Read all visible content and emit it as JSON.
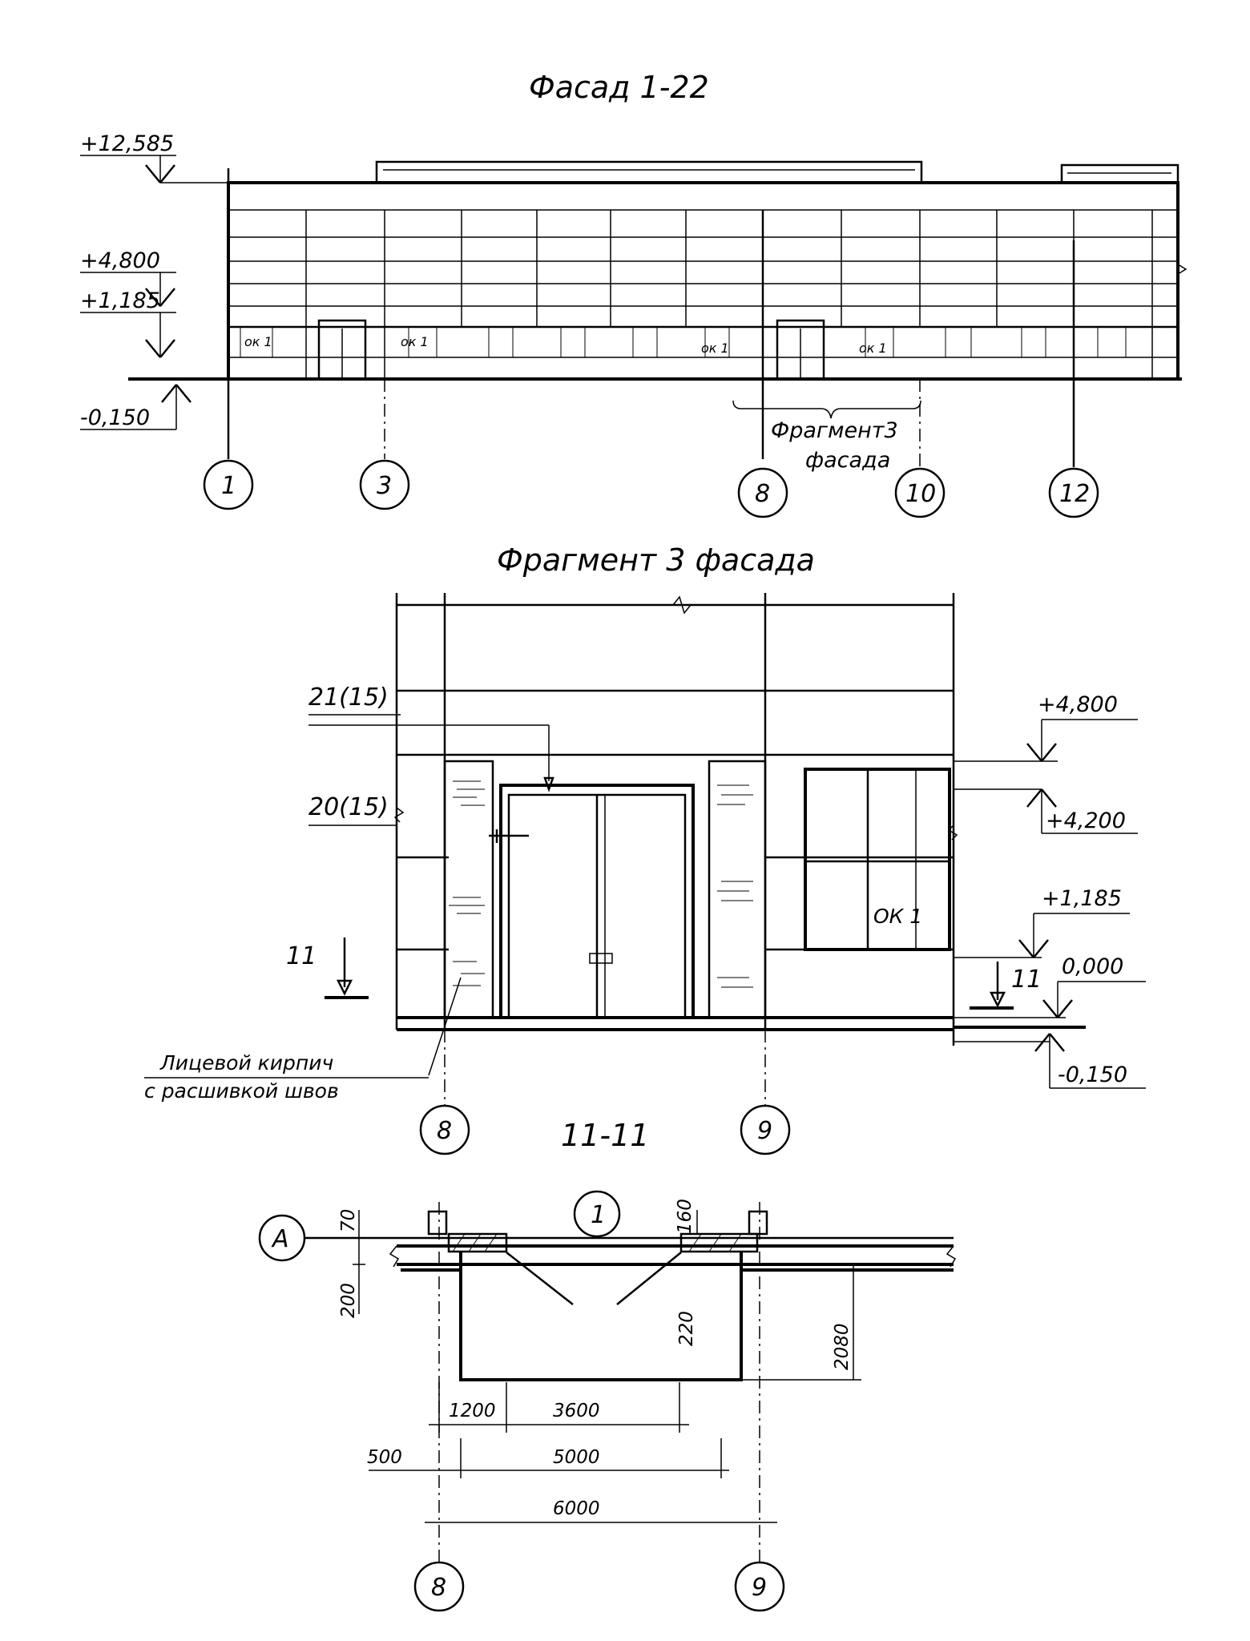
{
  "facade": {
    "title": "Фасад 1-22",
    "levels": [
      "+12,585",
      "+4,800",
      "+1,185",
      "-0,150"
    ],
    "axes": [
      "1",
      "3",
      "8",
      "10",
      "12"
    ],
    "window_marks": [
      "ок 1",
      "ок 1",
      "ок 1",
      "ок 1"
    ],
    "fragment_callout": [
      "Фрагмент3",
      "фасада"
    ]
  },
  "fragment": {
    "title": "Фрагмент 3 фасада",
    "marks": [
      "21(15)",
      "20(15)"
    ],
    "window_mark": "ОК 1",
    "levels": [
      "+4,800",
      "+4,200",
      "+1,185",
      "0,000",
      "-0,150"
    ],
    "section_marks": [
      "11",
      "11"
    ],
    "note": [
      "Лицевой кирпич",
      "с расшивкой швов"
    ],
    "axes": [
      "8",
      "9"
    ]
  },
  "section": {
    "title": "11-11",
    "row_axis": "A",
    "center_mark": "1",
    "dims": [
      "70",
      "200",
      "160",
      "220",
      "2080",
      "1200",
      "3600",
      "500",
      "5000",
      "6000"
    ],
    "axes": [
      "8",
      "9"
    ]
  }
}
